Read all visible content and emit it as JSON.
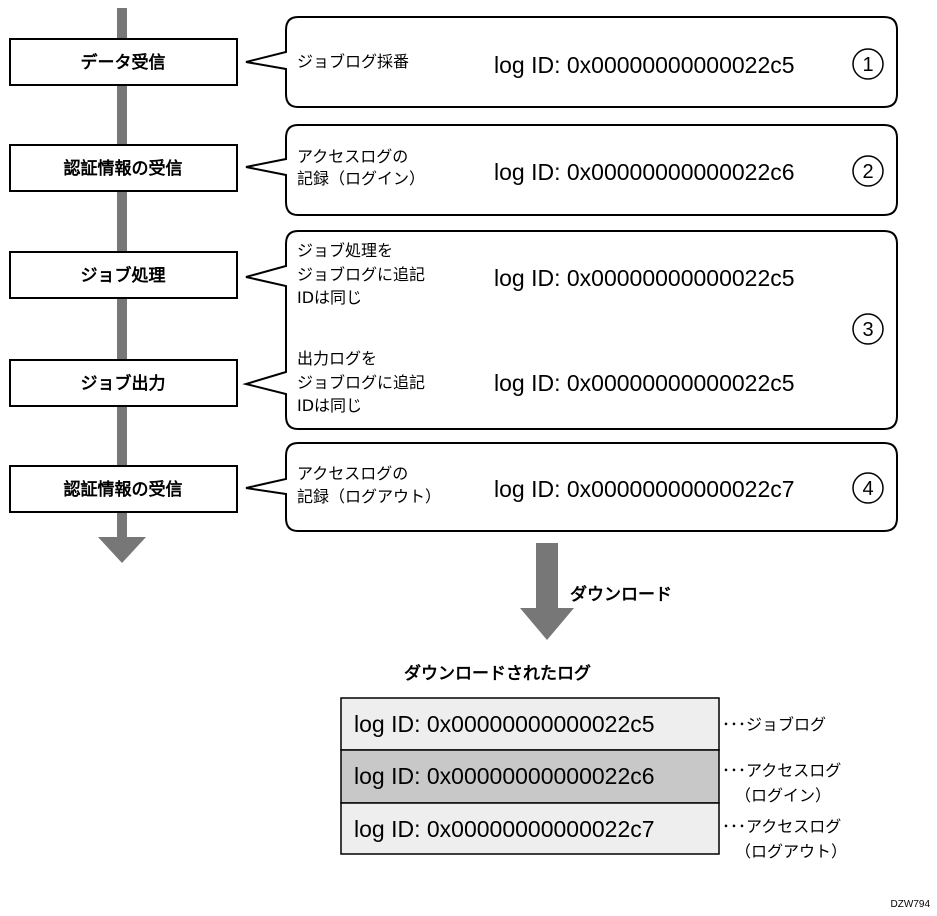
{
  "steps": [
    {
      "label": "データ受信"
    },
    {
      "label": "認証情報の受信"
    },
    {
      "label": "ジョブ処理"
    },
    {
      "label": "ジョブ出力"
    },
    {
      "label": "認証情報の受信"
    }
  ],
  "callouts": [
    {
      "desc": [
        "ジョブログ採番"
      ],
      "log_id": "log ID: 0x00000000000022c5",
      "marker": "1"
    },
    {
      "desc": [
        "アクセスログの",
        "記録（ログイン）"
      ],
      "log_id": "log ID: 0x00000000000022c6",
      "marker": "2"
    },
    {
      "desc_a": [
        "ジョブ処理を",
        "ジョブログに追記",
        "IDは同じ"
      ],
      "log_id_a": "log ID: 0x00000000000022c5",
      "desc_b": [
        "出力ログを",
        "ジョブログに追記",
        "IDは同じ"
      ],
      "log_id_b": "log ID: 0x00000000000022c5",
      "marker": "3"
    },
    {
      "desc": [
        "アクセスログの",
        "記録（ログアウト）"
      ],
      "log_id": "log ID: 0x00000000000022c7",
      "marker": "4"
    }
  ],
  "download_label": "ダウンロード",
  "downloaded_heading": "ダウンロードされたログ",
  "downloaded_logs": [
    {
      "log_id": "log ID: 0x00000000000022c5",
      "note": [
        "･･･ジョブログ"
      ],
      "color": "#eeeeee"
    },
    {
      "log_id": "log ID: 0x00000000000022c6",
      "note": [
        "･･･アクセスログ",
        "（ログイン）"
      ],
      "color": "#c8c8c8"
    },
    {
      "log_id": "log ID: 0x00000000000022c7",
      "note": [
        "･･･アクセスログ",
        "（ログアウト）"
      ],
      "color": "#eeeeee"
    }
  ],
  "figure_code": "DZW794",
  "colors": {
    "flow_arrow": "#777777",
    "line": "#000000"
  }
}
